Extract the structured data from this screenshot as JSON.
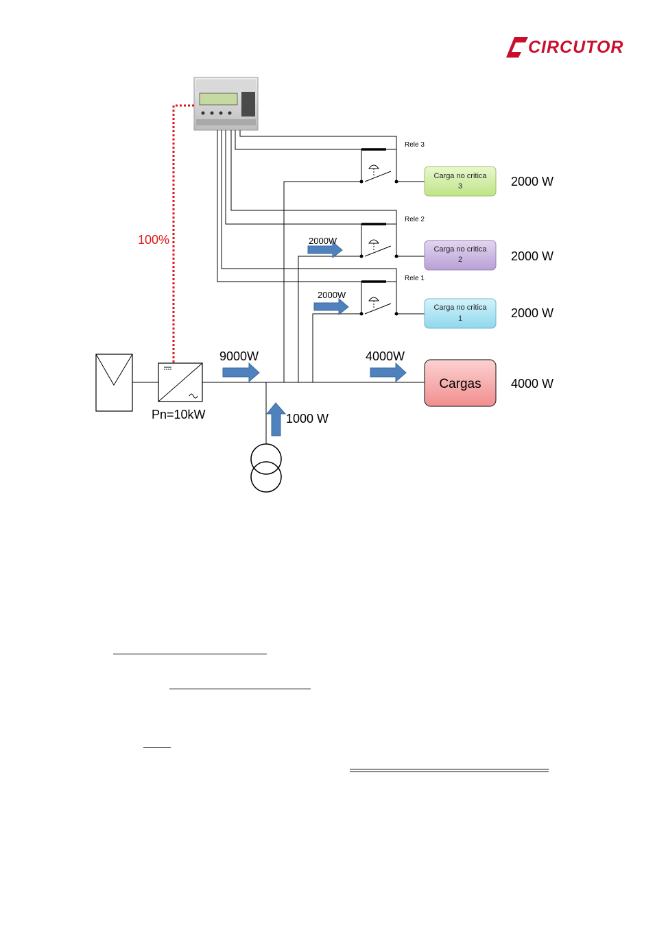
{
  "brand": {
    "name": "CIRCUTOR",
    "color": "#c8102e"
  },
  "inverter": {
    "label": "Pn=10kW"
  },
  "control_signal": {
    "percent": "100%",
    "color": "#e0151c"
  },
  "flows": {
    "inverter_output": "9000W",
    "grid_import": "1000 W",
    "to_loads": "4000W",
    "to_relay2": "2000W",
    "to_relay1": "2000W"
  },
  "relays": [
    {
      "label": "Rele 3"
    },
    {
      "label": "Rele 2"
    },
    {
      "label": "Rele 1"
    }
  ],
  "loads": [
    {
      "line1": "Carga no critica",
      "line2": "3",
      "power": "2000 W",
      "color": "#cfee9e"
    },
    {
      "line1": "Carga no critica",
      "line2": "2",
      "power": "2000 W",
      "color": "#c9b4e0"
    },
    {
      "line1": "Carga no critica",
      "line2": "1",
      "power": "2000 W",
      "color": "#a9e3f2"
    },
    {
      "line1": "Cargas",
      "line2": "",
      "power": "4000 W",
      "color": "#f7a3a3"
    }
  ],
  "arrow_color": "#4f81bd"
}
